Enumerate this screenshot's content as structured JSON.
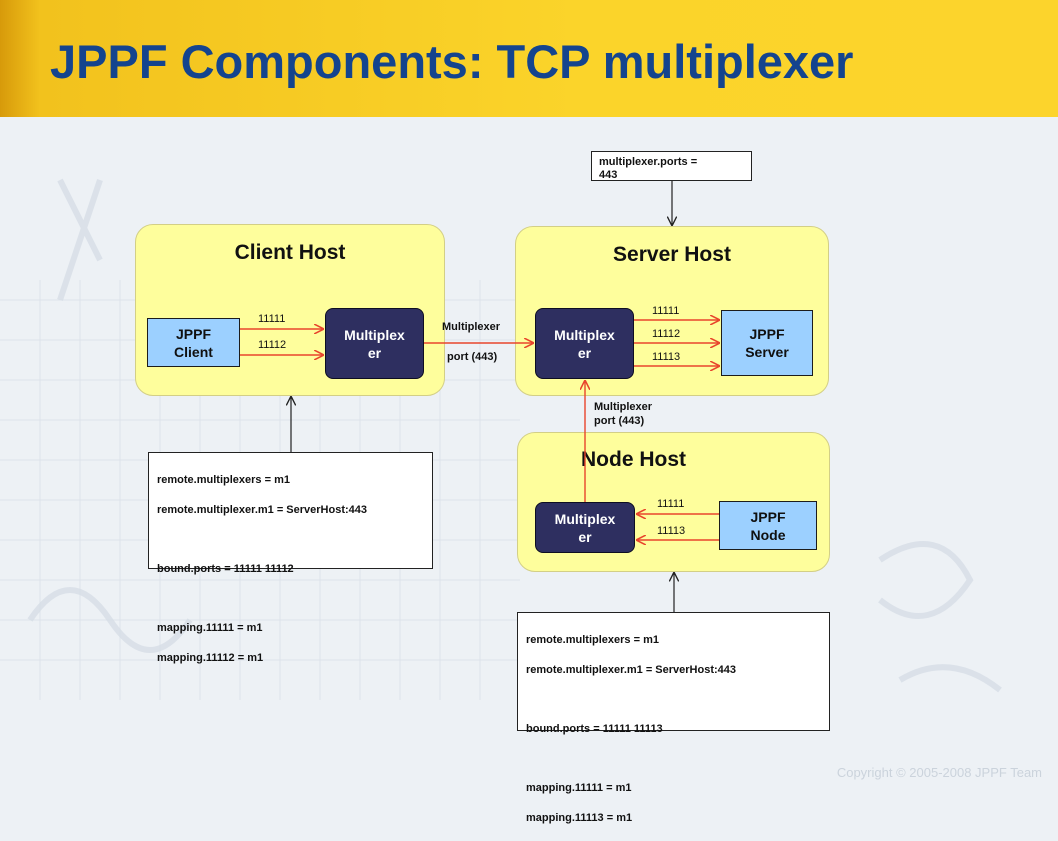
{
  "slide": {
    "title": "JPPF Components: TCP multiplexer",
    "copyright": "Copyright © 2005-2008 JPPF Team"
  },
  "client_host": {
    "title": "Client Host",
    "client_label": "JPPF\nClient",
    "multiplexer_label": "Multiplex\ner",
    "ports": [
      "11111",
      "11112"
    ]
  },
  "server_host": {
    "title": "Server Host",
    "server_label": "JPPF\nServer",
    "multiplexer_label": "Multiplex\ner",
    "ports": [
      "11111",
      "11112",
      "11113"
    ]
  },
  "node_host": {
    "title": "Node Host",
    "node_label": "JPPF\nNode",
    "multiplexer_label": "Multiplex\ner",
    "ports": [
      "11111",
      "11113"
    ]
  },
  "links": {
    "client_to_server_line1": "Multiplexer",
    "client_to_server_line2": "port (443)",
    "node_to_server_line1": "Multiplexer",
    "node_to_server_line2": "port (443)"
  },
  "notes": {
    "server_config": "multiplexer.ports =\n443",
    "client_config": {
      "line1": "remote.multiplexers   = m1",
      "line2": "remote.multiplexer.m1  = ServerHost:443",
      "line3": "bound.ports = 11111  11112",
      "line4": "mapping.11111  = m1",
      "line5": "mapping.11112  = m1"
    },
    "node_config": {
      "line1": "remote.multiplexers   = m1",
      "line2": "remote.multiplexer.m1  = ServerHost:443",
      "line3": "bound.ports = 11111  11113",
      "line4": "mapping.11111  = m1",
      "line5": "mapping.11113  = m1"
    }
  },
  "colors": {
    "header": "#fcd42c",
    "title": "#14448e",
    "host_fill": "#fefe9c",
    "jppf_fill": "#9cd0ff",
    "multiplexer_fill": "#2e2f60",
    "connector": "#e8452c"
  }
}
